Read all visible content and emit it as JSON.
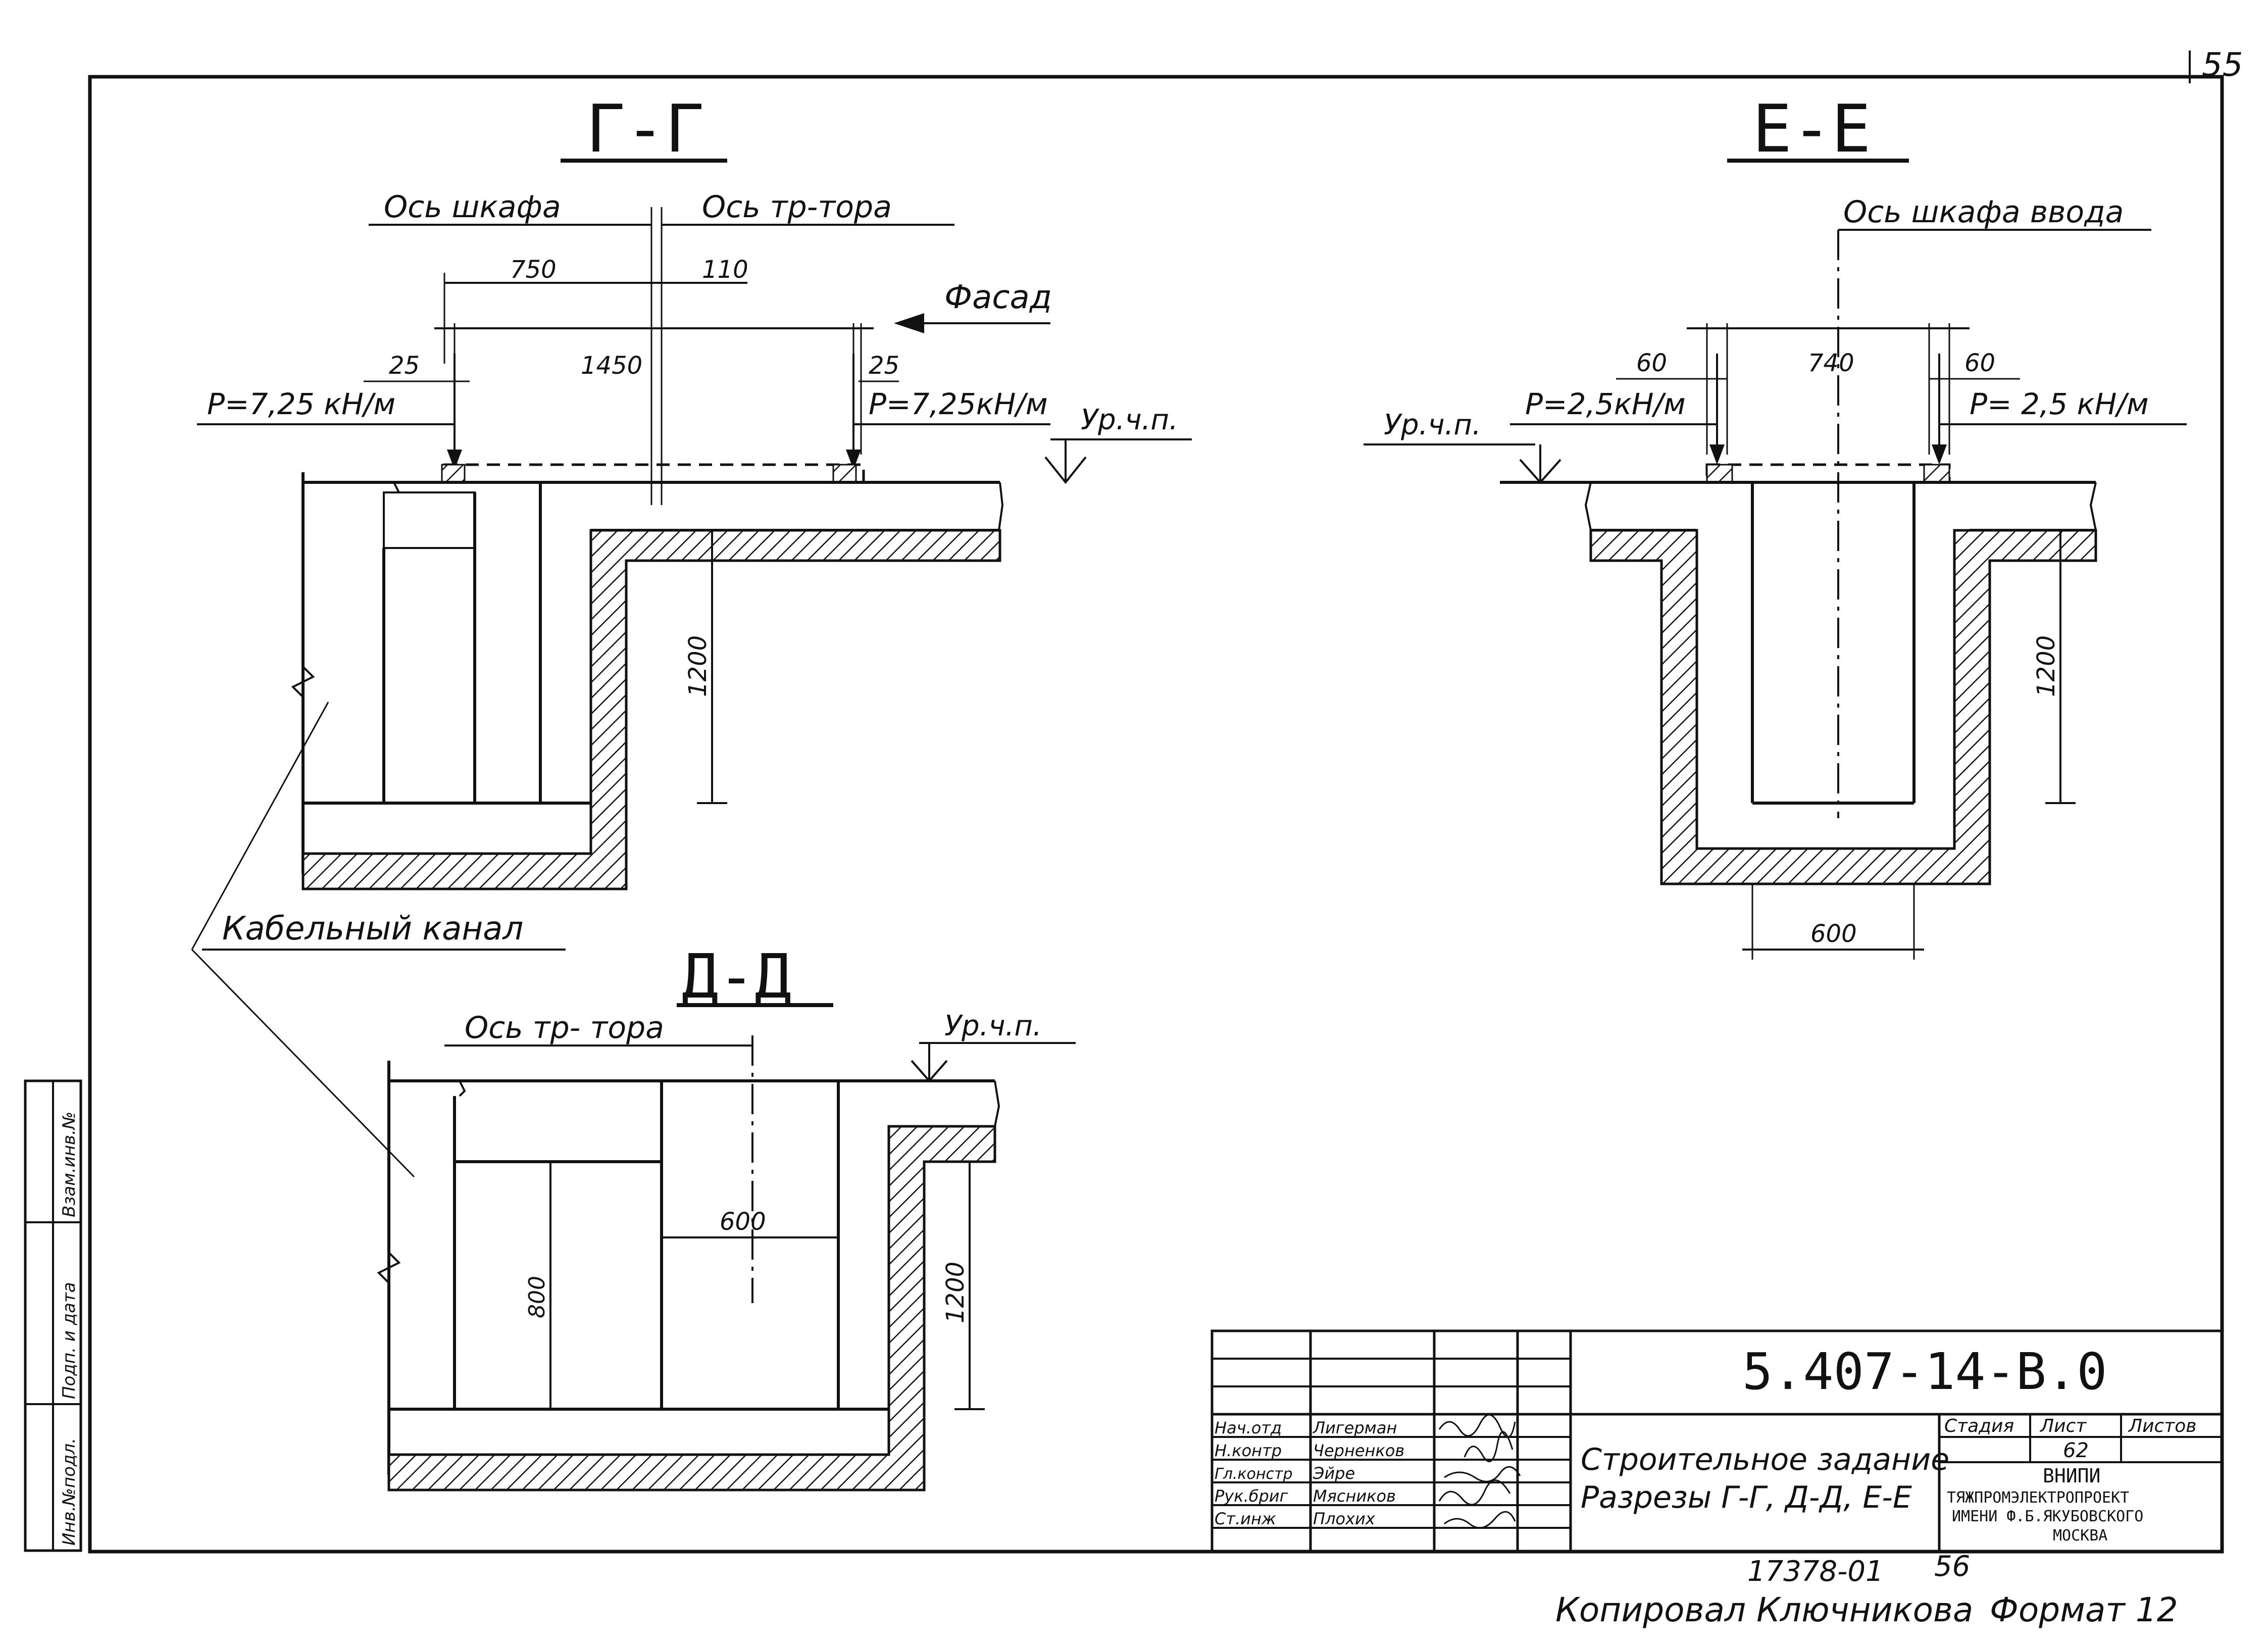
{
  "page_number": "55",
  "sections": {
    "gg": {
      "title": "Г-Г",
      "axis_cabinet": "Ось шкафа",
      "axis_transformer": "Ось тр-тора",
      "dim_750": "750",
      "dim_110": "110",
      "facade": "Фасад",
      "dim_25_left": "25",
      "dim_1450": "1450",
      "dim_25_right": "25",
      "load_left": "Р=7,25 кН/м",
      "load_right": "Р=7,25кН/м",
      "floor_level": "Ур.ч.п.",
      "dim_1200": "1200"
    },
    "ee": {
      "title": "Е-Е",
      "axis_input_cabinet": "Ось шкафа ввода",
      "dim_60_left": "60",
      "dim_740": "740",
      "dim_60_right": "60",
      "load_left": "Р=2,5кН/м",
      "load_right": "Р= 2,5 кН/м",
      "floor_level": "Ур.ч.п.",
      "dim_1200": "1200",
      "dim_600": "600"
    },
    "dd": {
      "title": "Д-Д",
      "axis_transformer": "Ось тр- тора",
      "floor_level": "Ур.ч.п.",
      "dim_600": "600",
      "dim_800": "800",
      "dim_1200": "1200"
    }
  },
  "cable_channel_label": "Кабельный канал",
  "left_strip": {
    "inv_original": "Инв.№подл.",
    "signature_date": "Подп. и дата",
    "replace_inv": "Взам.инв.№"
  },
  "title_block": {
    "doc_number": "5.407-14-В.0",
    "title_line1": "Строительное задание",
    "title_line2": "Разрезы Г-Г, Д-Д, Е-Е",
    "stage_label": "Стадия",
    "sheet_label": "Лист",
    "sheets_label": "Листов",
    "sheet_value": "62",
    "org_line1": "ВНИПИ",
    "org_line2": "ТЯЖПРОМЭЛЕКТРОПРОЕКТ",
    "org_line3": "ИМЕНИ Ф.Б.ЯКУБОВСКОГО",
    "org_line4": "МОСКВА",
    "roles": [
      {
        "role": "Нач.отд",
        "name": "Лигерман"
      },
      {
        "role": "Н.контр",
        "name": "Черненков"
      },
      {
        "role": "Гл.констр",
        "name": "Эйре"
      },
      {
        "role": "Рук.бриг",
        "name": "Мясников"
      },
      {
        "role": "Ст.инж",
        "name": "Плохих"
      }
    ]
  },
  "footer": {
    "archive_number": "17378-01",
    "archive_sheet": "56",
    "copied_by": "Копировал Ключникова",
    "format": "Формат 12"
  }
}
